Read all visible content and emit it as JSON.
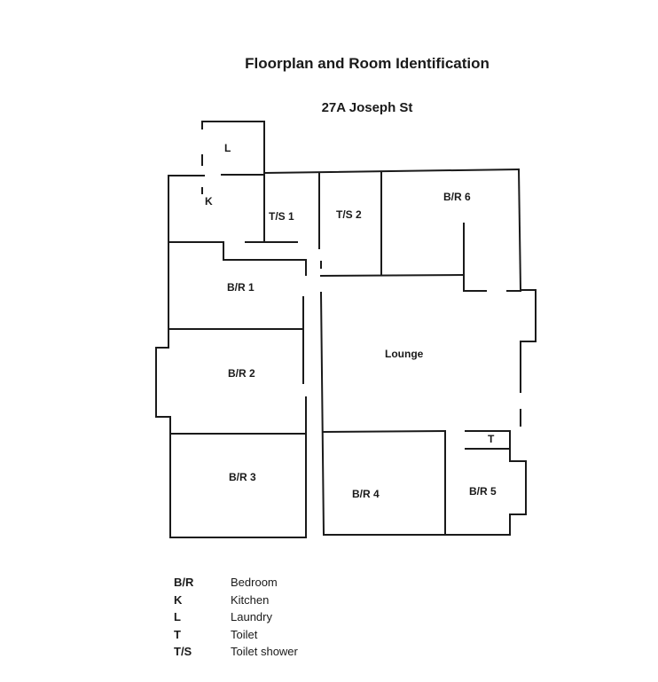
{
  "document": {
    "title": "Floorplan and Room Identification",
    "address": "27A Joseph St"
  },
  "rooms": {
    "laundry": "L",
    "kitchen": "K",
    "ts1": "T/S 1",
    "ts2": "T/S 2",
    "br6": "B/R 6",
    "br1": "B/R 1",
    "br2": "B/R 2",
    "br3": "B/R 3",
    "br4": "B/R 4",
    "br5": "B/R 5",
    "lounge": "Lounge",
    "toilet": "T"
  },
  "legend": [
    {
      "abbr": "B/R",
      "meaning": "Bedroom"
    },
    {
      "abbr": "K",
      "meaning": "Kitchen"
    },
    {
      "abbr": "L",
      "meaning": "Laundry"
    },
    {
      "abbr": "T",
      "meaning": "Toilet"
    },
    {
      "abbr": "T/S",
      "meaning": "Toilet shower"
    }
  ]
}
